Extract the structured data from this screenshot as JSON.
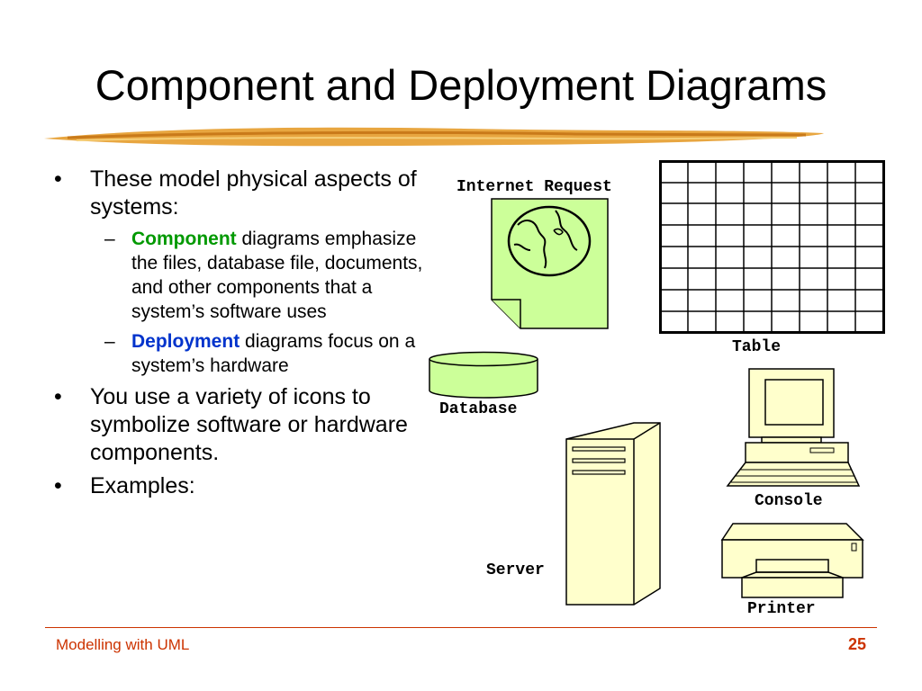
{
  "slide": {
    "title": "Component and Deployment Diagrams",
    "footer_text": "Modelling with UML",
    "page_number": "25"
  },
  "bullets": {
    "b1": "These model physical aspects of systems:",
    "sub1_keyword": "Component",
    "sub1_rest": " diagrams emphasize the files, database file, documents, and other components that a system’s software uses",
    "sub2_keyword": "Deployment",
    "sub2_rest": " diagrams focus on a system’s hardware",
    "b2": "You use a variety of icons to symbolize software or hardware components.",
    "b3": "Examples:",
    "bullet_glyph": "•",
    "dash_glyph": "–"
  },
  "examples": {
    "internet_request": "Internet Request",
    "table": "Table",
    "database": "Database",
    "console": "Console",
    "server": "Server",
    "printer": "Printer"
  },
  "colors": {
    "accent": "#cc3300",
    "component_keyword": "#009900",
    "deployment_keyword": "#0033cc",
    "icon_fill": "#ffffcc",
    "green_fill": "#ccff99"
  }
}
